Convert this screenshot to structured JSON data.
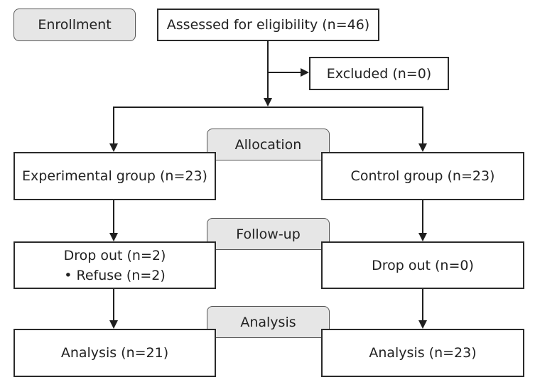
{
  "stages": {
    "enrollment": "Enrollment",
    "allocation": "Allocation",
    "follow_up": "Follow-up",
    "analysis": "Analysis"
  },
  "boxes": {
    "assessed": "Assessed for eligibility (n=46)",
    "excluded": "Excluded (n=0)",
    "experimental_group": "Experimental group (n=23)",
    "control_group": "Control group (n=23)",
    "experimental_dropout": "Drop out (n=2)",
    "experimental_dropout_reason": "• Refuse (n=2)",
    "control_dropout": "Drop out (n=0)",
    "experimental_analysis": "Analysis (n=21)",
    "control_analysis": "Analysis (n=23)"
  },
  "colors": {
    "stage_fill": "#e6e6e6",
    "border": "#2a2a2a",
    "line": "#1f1f1f"
  }
}
